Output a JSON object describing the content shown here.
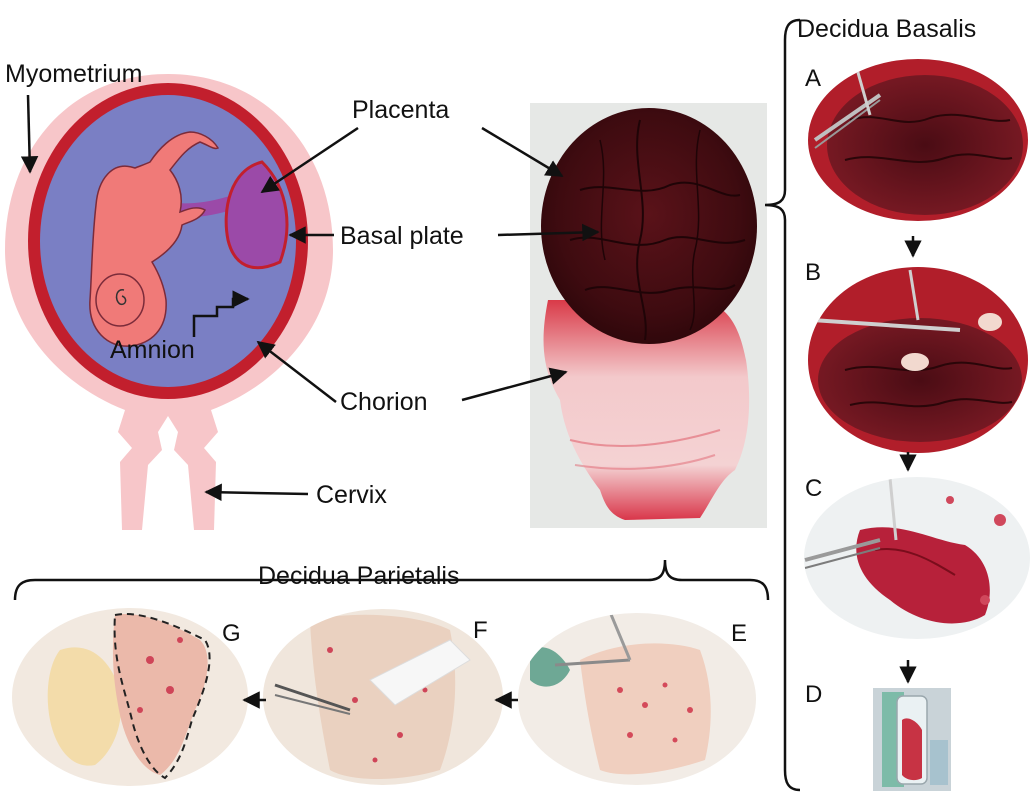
{
  "labels": {
    "myometrium": "Myometrium",
    "placenta": "Placenta",
    "basal_plate": "Basal plate",
    "amnion": "Amnion",
    "chorion": "Chorion",
    "cervix": "Cervix"
  },
  "sections": {
    "decidua_basalis": "Decidua Basalis",
    "decidua_parietalis": "Decidua Parietalis"
  },
  "panels": [
    "A",
    "B",
    "C",
    "D",
    "E",
    "F",
    "G"
  ],
  "colors": {
    "myometrium": "#f7c6c9",
    "uterine_wall": "#c21f2d",
    "amniotic_cavity": "#7a7fc4",
    "fetus": "#f07a78",
    "placenta_diagram": "#9b4aa8",
    "placenta_tissue": "#4a0f14",
    "membrane_tissue": "#e8a0a4"
  },
  "icons": [
    "fetus-illustration",
    "placenta-photo",
    "dissection-photo",
    "tube-photo"
  ]
}
